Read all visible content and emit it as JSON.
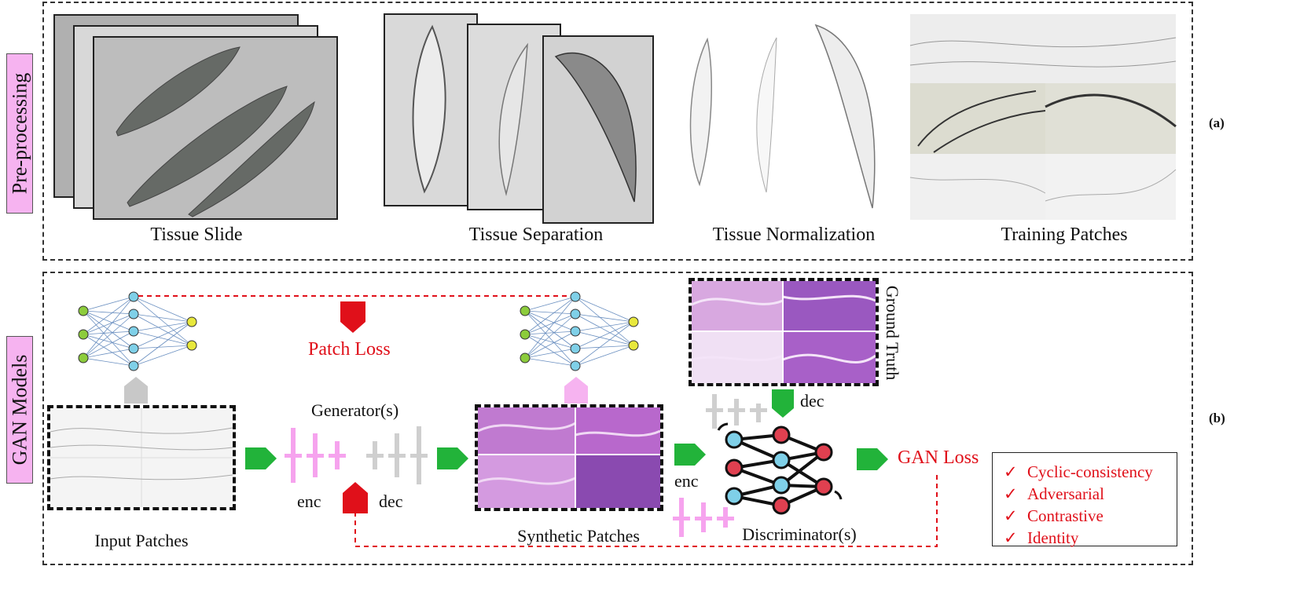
{
  "panel_a": {
    "side_label": "Pre-processing",
    "tag": "(a)",
    "captions": {
      "slide": "Tissue Slide",
      "separation": "Tissue Separation",
      "normalization": "Tissue Normalization",
      "patches": "Training Patches"
    }
  },
  "panel_b": {
    "side_label": "GAN Models",
    "tag": "(b)",
    "labels": {
      "patch_loss": "Patch Loss",
      "generator": "Generator(s)",
      "enc_left": "enc",
      "dec_left": "dec",
      "enc_right": "enc",
      "dec_right": "dec",
      "gan_loss": "GAN Loss",
      "ground_truth": "Ground Truth",
      "input_patches": "Input Patches",
      "synthetic_patches": "Synthetic Patches",
      "discriminator": "Discriminator(s)"
    },
    "losses": {
      "check_glyph": "✓",
      "items": [
        "Cyclic-consistency",
        "Adversarial",
        "Contrastive",
        "Identity"
      ]
    }
  },
  "colors": {
    "accent_red": "#e0101a",
    "arrow_green": "#22b33a",
    "label_pink": "#f6b3f0",
    "he_purple": "#b064c8",
    "node_blue": "#7fd0e8",
    "node_green": "#8ccc3c",
    "node_yellow": "#e8e83c",
    "node_red": "#e04050"
  },
  "icons": [
    "neural-network-icon",
    "arrow-right-icon",
    "arrow-down-icon",
    "arrow-up-icon",
    "checkmark-icon"
  ]
}
